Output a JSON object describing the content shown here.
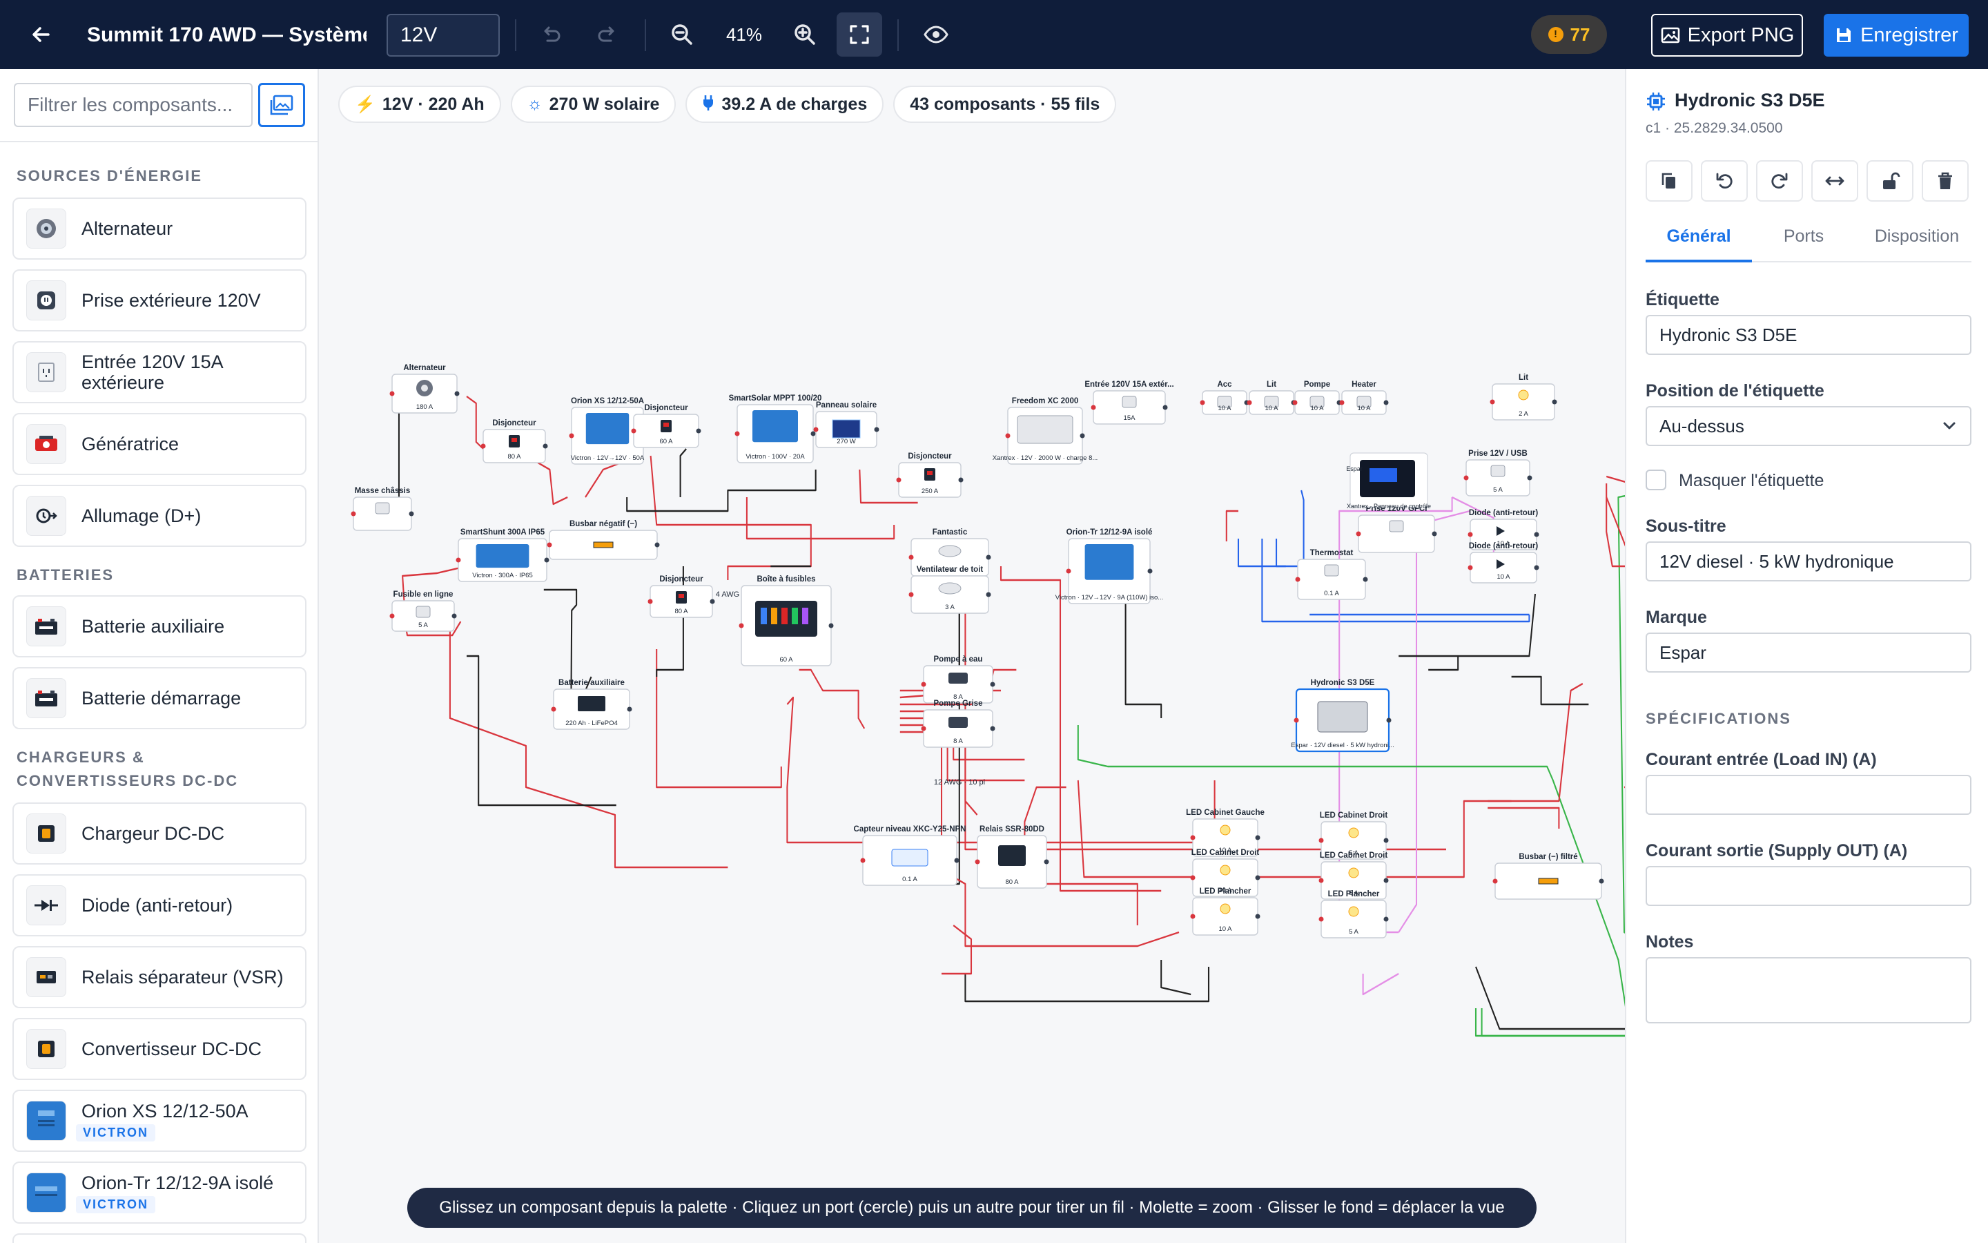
{
  "topbar": {
    "title": "Summit 170 AWD — Système",
    "voltage": "12V",
    "zoom": "41%",
    "warnings": "77",
    "export_label": "Export PNG",
    "save_label": "Enregistrer"
  },
  "palette": {
    "filter_placeholder": "Filtrer les composants...",
    "sections": [
      {
        "title": "SOURCES D'ÉNERGIE",
        "items": [
          {
            "label": "Alternateur",
            "icon": "alternator-icon"
          },
          {
            "label": "Prise extérieure 120V",
            "icon": "outlet-icon"
          },
          {
            "label": "Entrée 120V 15A extérieure",
            "icon": "shore-inlet-icon"
          },
          {
            "label": "Génératrice",
            "icon": "generator-icon"
          },
          {
            "label": "Allumage (D+)",
            "icon": "ignition-icon"
          }
        ]
      },
      {
        "title": "BATTERIES",
        "items": [
          {
            "label": "Batterie auxiliaire",
            "icon": "battery-icon"
          },
          {
            "label": "Batterie démarrage",
            "icon": "battery-icon"
          }
        ]
      },
      {
        "title": "CHARGEURS & CONVERTISSEURS DC-DC",
        "items": [
          {
            "label": "Chargeur DC-DC",
            "icon": "dcdc-charger-icon"
          },
          {
            "label": "Diode (anti-retour)",
            "icon": "diode-icon"
          },
          {
            "label": "Relais séparateur (VSR)",
            "icon": "relay-icon"
          },
          {
            "label": "Convertisseur DC-DC",
            "icon": "dcdc-converter-icon"
          },
          {
            "label": "Orion XS 12/12-50A",
            "brand": "VICTRON",
            "icon": "victron-orion-icon"
          },
          {
            "label": "Orion-Tr 12/12-9A isolé",
            "brand": "VICTRON",
            "icon": "victron-orion-icon"
          }
        ]
      }
    ]
  },
  "canvas": {
    "chips": [
      {
        "text": "12V · 220 Ah",
        "icon": "bolt-icon"
      },
      {
        "text": "270 W solaire",
        "icon": "sun-icon"
      },
      {
        "text": "39.2 A de charges",
        "icon": "plug-icon"
      },
      {
        "text": "43 composants · 55 fils",
        "icon": ""
      }
    ],
    "hint": "Glissez un composant depuis la palette · Cliquez un port (cercle) puis un autre pour tirer un fil · Molette = zoom · Glisser le fond = déplacer la vue",
    "nodes": [
      {
        "t": "Alternateur",
        "s": "180 A"
      },
      {
        "t": "Disjoncteur",
        "s": "80 A"
      },
      {
        "t": "Orion XS 12/12-50A",
        "s": "Victron · 12V→12V · 50A"
      },
      {
        "t": "Disjoncteur",
        "s": "60 A"
      },
      {
        "t": "SmartSolar MPPT 100/20",
        "s": "Victron · 100V · 20A"
      },
      {
        "t": "Panneau solaire",
        "s": "270 W"
      },
      {
        "t": "Disjoncteur",
        "s": "250 A"
      },
      {
        "t": "Freedom XC 2000",
        "s": "Xantrex · 12V · 2000 W · charge 8..."
      },
      {
        "t": "Entrée 120V 15A extér...",
        "s": "15A"
      },
      {
        "t": "Acc",
        "s": "10 A"
      },
      {
        "t": "Lit",
        "s": "10 A"
      },
      {
        "t": "Pompe",
        "s": "10 A"
      },
      {
        "t": "Heater",
        "s": "10 A"
      },
      {
        "t": "Lit",
        "s": "2 A"
      },
      {
        "t": "Prise 12V / USB",
        "s": "5 A"
      },
      {
        "t": "Masse châssis",
        "s": ""
      },
      {
        "t": "SmartShunt 300A IP65",
        "s": "Victron · 300A · IP65"
      },
      {
        "t": "Busbar négatif (−)",
        "s": ""
      },
      {
        "t": "Fusible en ligne",
        "s": "5 A"
      },
      {
        "t": "Disjoncteur",
        "s": "80 A"
      },
      {
        "t": "Boîte à fusibles",
        "s": "60 A"
      },
      {
        "t": "Fantastic",
        "s": "3 A"
      },
      {
        "t": "Ventilateur de toit",
        "s": "3 A"
      },
      {
        "t": "Orion-Tr 12/12-9A isolé",
        "s": "Victron · 12V→12V · 9A (110W) iso..."
      },
      {
        "t": "Prise 120V GFCI",
        "s": ""
      },
      {
        "t": "Thermostat",
        "s": "0.1 A"
      },
      {
        "t": "Diode (anti-retour)",
        "s": "10 A"
      },
      {
        "t": "Diode (anti-retour)",
        "s": "10 A"
      },
      {
        "t": "Batterie auxiliaire",
        "s": "220 Ah · LiFePO4"
      },
      {
        "t": "Pompe à eau",
        "s": "8 A"
      },
      {
        "t": "Pompe Grise",
        "s": "8 A"
      },
      {
        "t": "Hydronic S3 D5E",
        "s": "Espar · 12V diesel · 5 kW hydroni..."
      },
      {
        "t": "Capteur niveau XKC-Y25-NPN",
        "s": "0.1 A"
      },
      {
        "t": "Relais SSR-80DD",
        "s": "80 A"
      },
      {
        "t": "LED Cabinet Gauche",
        "s": "10 A"
      },
      {
        "t": "LED Cabinet Droit",
        "s": "10 A"
      },
      {
        "t": "LED Plancher",
        "s": "10 A"
      },
      {
        "t": "LED Cabinet Droit",
        "s": "5 A"
      },
      {
        "t": "LED Cabinet Droit",
        "s": "5 A"
      },
      {
        "t": "LED Plancher",
        "s": "5 A"
      },
      {
        "t": "Busbar (−) filtré",
        "s": ""
      }
    ],
    "wire_labels": [
      "4 AWG",
      "12 AWG · 10 pi"
    ],
    "port_labels": [
      "Espar",
      "Xantrex · Panneau de contrôle"
    ]
  },
  "inspector": {
    "title": "Hydronic S3 D5E",
    "id": "c1 · 25.2829.34.0500",
    "tabs": [
      "Général",
      "Ports",
      "Disposition"
    ],
    "label_field": {
      "label": "Étiquette",
      "value": "Hydronic S3 D5E"
    },
    "position_field": {
      "label": "Position de l'étiquette",
      "value": "Au-dessus"
    },
    "hide_label": "Masquer l'étiquette",
    "subtitle_field": {
      "label": "Sous-titre",
      "value": "12V diesel · 5 kW hydronique"
    },
    "brand_field": {
      "label": "Marque",
      "value": "Espar"
    },
    "specs_title": "SPÉCIFICATIONS",
    "load_in": {
      "label": "Courant entrée (Load IN) (A)",
      "value": ""
    },
    "supply_out": {
      "label": "Courant sortie (Supply OUT) (A)",
      "value": ""
    },
    "notes": {
      "label": "Notes",
      "value": ""
    }
  },
  "colors": {
    "topbar": "#0f1d3a",
    "accent": "#1a73e8",
    "wire_pos": "#d9363e",
    "wire_neg": "#222222",
    "wire_signal": "#2563eb",
    "wire_green": "#39b54a",
    "wire_pink": "#e48ee6",
    "warning": "#f59e0b"
  }
}
